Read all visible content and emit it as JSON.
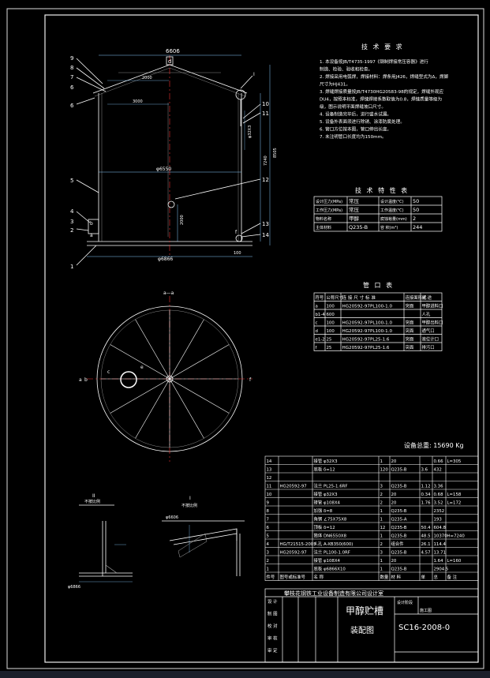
{
  "frame": {
    "sheet_label": "SC16-2008-0"
  },
  "tech_requirements": {
    "title": "技 术 要 求",
    "items": [
      "1. 本设备按JB/T4735-1997《钢制焊接常压容器》进行",
      "   制造、检验、验收和检查。",
      "2. 焊接采用电弧焊，焊接材料：焊条用J426，焊缝型式为Δ，焊脚",
      "   尺寸为HJ431。",
      "3. 焊缝焊接质量按JB/T4730HG20583-98的规定，焊缝外观应",
      "   DU4，按照本标准，焊缝焊接系数取值为0.8，焊缝质量等级为",
      "   级，图示说明平面焊缝坡口尺寸。",
      "4. 设备制造完毕后，进行盛水试漏。",
      "5. 设备外表面须进行除锈、涂漆防腐处理。",
      "6. 管口方位按本图，管口伸出长度。",
      "7. 未注明管口长度均为150mm。"
    ]
  },
  "tech_char": {
    "title": "技 术 特 性 表",
    "rows": [
      [
        "设计压力(MPa)",
        "常压",
        "设计温度(℃)",
        "50"
      ],
      [
        "工作压力(MPa)",
        "常压",
        "工作温度(℃)",
        "50"
      ],
      [
        "物料名称",
        "甲醇",
        "腐蚀裕量(mm)",
        "2"
      ],
      [
        "主体材料",
        "Q235-B",
        "容 积(m³)",
        "244"
      ]
    ]
  },
  "nozzle_table": {
    "title": "管 口 表",
    "header": [
      "符号",
      "公称尺寸",
      "连 接 尺 寸 标 准",
      "连接面形式",
      "用 途"
    ],
    "rows": [
      [
        "a",
        "100",
        "HG20592-97PL100-1.0",
        "突面",
        "甲醇进料口"
      ],
      [
        "b1-4",
        "600",
        "",
        "",
        "人孔"
      ],
      [
        "c",
        "100",
        "HG20592-97PL100-1.0",
        "突面",
        "甲醇出料口"
      ],
      [
        "d",
        "100",
        "HG20592-97PL100-1.0",
        "突面",
        "通气口"
      ],
      [
        "e1-2",
        "25",
        "HG20592-97PL25-1.6",
        "突面",
        "液位计口"
      ],
      [
        "f",
        "25",
        "HG20592-97PL25-1.6",
        "突面",
        "排污口"
      ]
    ]
  },
  "weight_note": "设备总重: 15690 Kg",
  "bom": {
    "rows": [
      [
        "14",
        "",
        "接管 φ32X3",
        "1",
        "20",
        "",
        "0.66",
        "L=305"
      ],
      [
        "13",
        "",
        "底板 δ=12",
        "120",
        "Q235-B",
        "3.6",
        "432",
        ""
      ],
      [
        "12",
        "",
        "",
        "",
        "",
        "",
        "",
        ""
      ],
      [
        "11",
        "HG20592-97",
        "法兰 PL25-1.6RF",
        "3",
        "Q235-B",
        "1.12",
        "3.36",
        ""
      ],
      [
        "10",
        "",
        "接管 φ32X3",
        "2",
        "20",
        "0.34",
        "0.68",
        "L=158"
      ],
      [
        "9",
        "",
        "接管 φ108X4",
        "2",
        "20",
        "1.76",
        "3.52",
        "L=172"
      ],
      [
        "8",
        "",
        "加强 δ=8",
        "1",
        "Q235-B",
        "",
        "2352",
        ""
      ],
      [
        "7",
        "",
        "角钢 ∠75X75X8",
        "1",
        "Q235-A",
        "",
        "193",
        ""
      ],
      [
        "6",
        "",
        "顶板 δ=12",
        "12",
        "Q235-B",
        "50.4",
        "604.8",
        ""
      ],
      [
        "5",
        "",
        "筒体 DN6550X8",
        "1",
        "Q235-B",
        "48.5",
        "10370",
        "H=7240"
      ],
      [
        "4",
        "HG/T21515-2005",
        "人孔 A-XB350(600)",
        "2",
        "组合件",
        "26.1",
        "114.4",
        ""
      ],
      [
        "3",
        "HG20592-97",
        "法兰 PL100-1.0RF",
        "3",
        "Q235-B",
        "4.57",
        "13.71",
        ""
      ],
      [
        "2",
        "",
        "接管 φ108X4",
        "1",
        "20",
        "",
        "1.64",
        "L=160"
      ],
      [
        "1",
        "",
        "底板 φ6866X10",
        "1",
        "Q235-B",
        "",
        "2904.5",
        ""
      ]
    ],
    "header": [
      "件号",
      "图号或标准号",
      "名 称",
      "数量",
      "材 料",
      "单",
      "总",
      "备 注"
    ]
  },
  "title_block": {
    "company": "攀枝花钢铁工业设备制造有限公司设计室",
    "drawing_name_1": "甲醇贮槽",
    "drawing_name_2": "装配图",
    "drawing_no": "SC16-2008-0",
    "design_stage": "设计阶段",
    "project": "施工图",
    "rows": [
      "设 计",
      "制 图",
      "校 对",
      "审 核",
      "审 定"
    ]
  },
  "section_labels": {
    "aa": "a—a",
    "detail_ii": "II",
    "detail_ii_sub": "不按比例",
    "detail_i": "I",
    "detail_i_sub": "不按比例"
  },
  "dims": {
    "top_width": "6606",
    "roof_dim": "2000",
    "roof_dim2": "3000",
    "shell_dia": "φ6550",
    "base_dia": "φ6866",
    "height_total": "8505",
    "height_shell": "7240",
    "pipe_dim": "φ32X3",
    "bot_dim": "100",
    "d200": "2000",
    "detail_dia": "φ6866",
    "detail_top": "φ6606"
  },
  "leaders": [
    "1",
    "2",
    "3",
    "4",
    "5",
    "6",
    "7",
    "8",
    "9",
    "10",
    "11",
    "12",
    "13",
    "14"
  ],
  "nozzle_marks": {
    "a": "a",
    "b": "b",
    "c": "c",
    "d": "d",
    "e": "e",
    "f": "f",
    "I": "I",
    "II": "II"
  }
}
